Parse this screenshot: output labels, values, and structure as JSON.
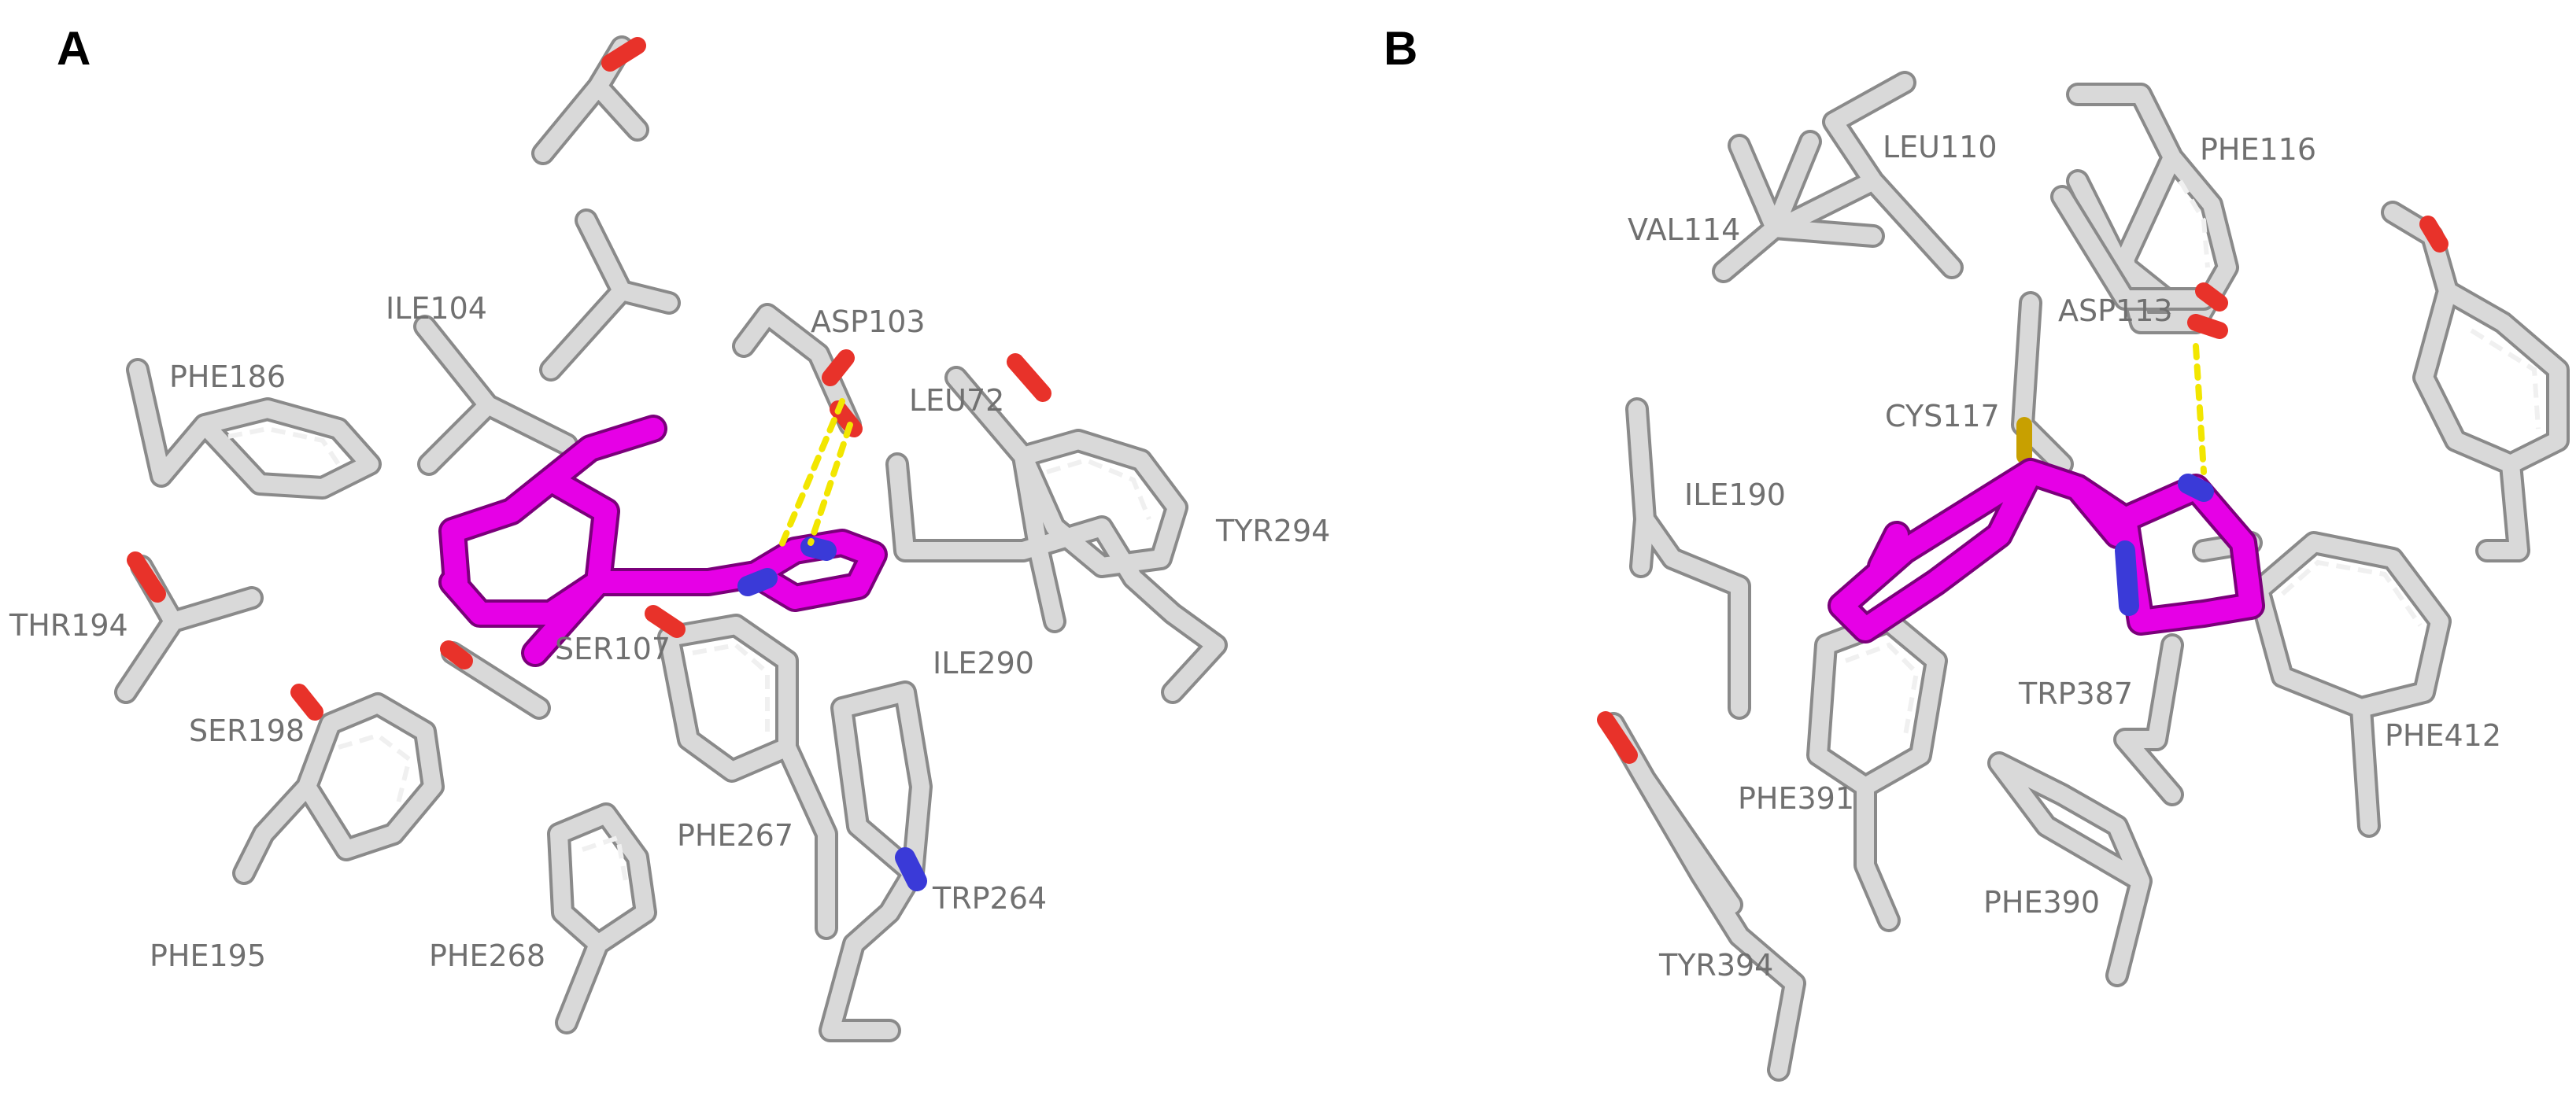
{
  "panels": [
    {
      "letter": "A",
      "residues": [
        "ASP103",
        "ILE104",
        "PHE186",
        "LEU72",
        "TYR294",
        "THR194",
        "SER107",
        "ILE290",
        "SER198",
        "PHE267",
        "TRP264",
        "PHE195",
        "PHE268"
      ]
    },
    {
      "letter": "B",
      "residues": [
        "LEU110",
        "PHE116",
        "VAL114",
        "ASP113",
        "CYS117",
        "ILE190",
        "TRP387",
        "PHE412",
        "PHE391",
        "PHE390",
        "TYR394"
      ]
    }
  ],
  "colors": {
    "carbon_residue": "#d9d9d9",
    "carbon_ligand": "#e600e6",
    "oxygen": "#e8322a",
    "nitrogen": "#3a3ad8",
    "sulfur": "#c8a000",
    "hbond": "#f2e600",
    "label": "#707070"
  }
}
